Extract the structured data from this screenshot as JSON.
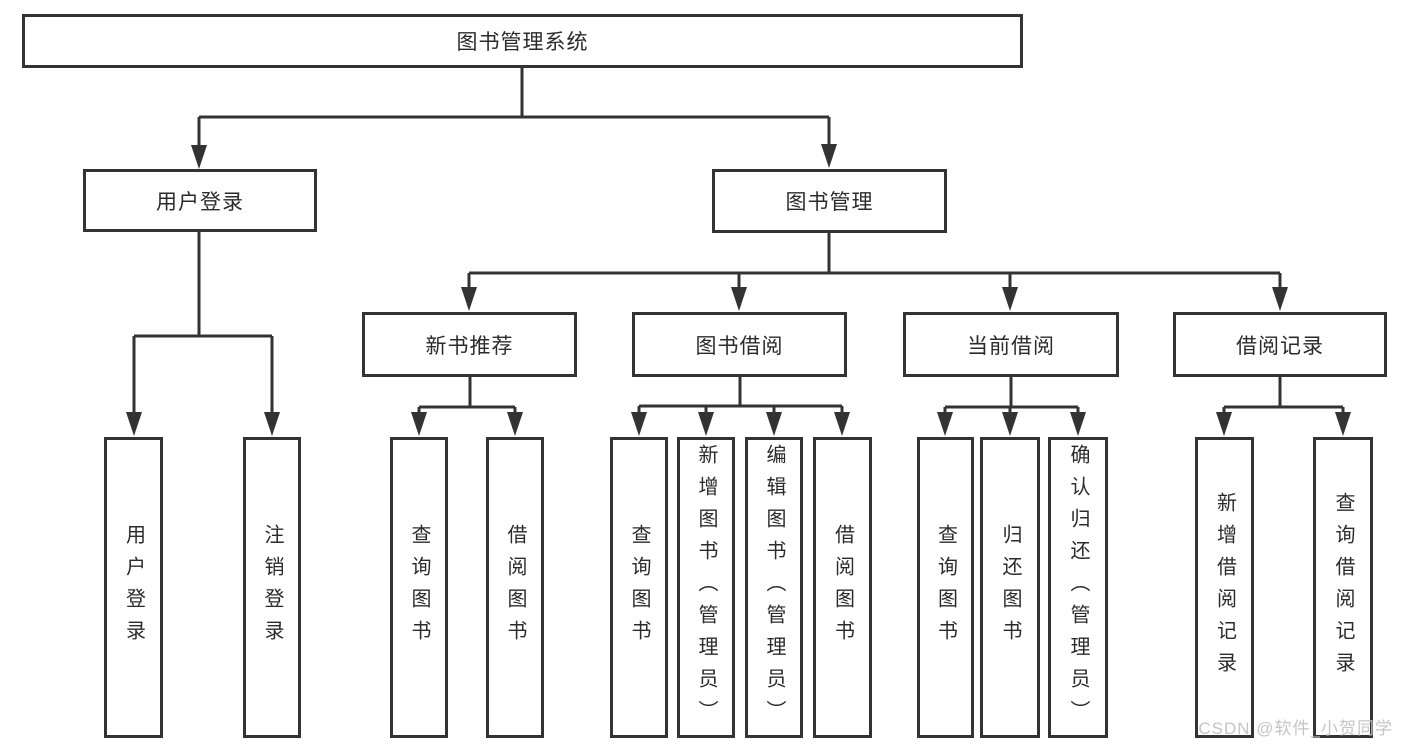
{
  "root": {
    "label": "图书管理系统"
  },
  "branches": {
    "user_login": {
      "label": "用户登录",
      "children": [
        {
          "label": "用户登录"
        },
        {
          "label": "注销登录"
        }
      ]
    },
    "book_mgmt": {
      "label": "图书管理",
      "sections": [
        {
          "label": "新书推荐",
          "children": [
            {
              "label": "查询图书"
            },
            {
              "label": "借阅图书"
            }
          ]
        },
        {
          "label": "图书借阅",
          "children": [
            {
              "label": "查询图书"
            },
            {
              "label": "新增图书（管理员）"
            },
            {
              "label": "编辑图书（管理员）"
            },
            {
              "label": "借阅图书"
            }
          ]
        },
        {
          "label": "当前借阅",
          "children": [
            {
              "label": "查询图书"
            },
            {
              "label": "归还图书"
            },
            {
              "label": "确认归还（管理员）"
            }
          ]
        },
        {
          "label": "借阅记录",
          "children": [
            {
              "label": "新增借阅记录"
            },
            {
              "label": "查询借阅记录"
            }
          ]
        }
      ]
    }
  },
  "watermark": "CSDN @软件_小贺同学",
  "colors": {
    "line": "#333333",
    "text": "#2b2b2b",
    "watermark": "#c5c5c5",
    "background": "#ffffff"
  }
}
